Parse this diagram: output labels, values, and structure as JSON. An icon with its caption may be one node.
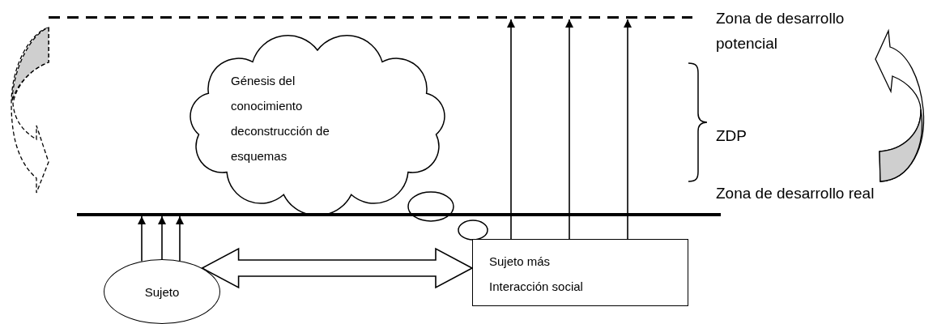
{
  "diagram": {
    "nodes": [
      {
        "text": [],
        "shape": "line",
        "beside": [
          "Zona de desarrollo potencial"
        ]
      },
      {
        "text": [
          "Génesis del conocimiento deconstrucción de esquemas"
        ]
      },
      {
        "text": [],
        "shape": "line",
        "beside": [
          "Zona de desarrollo real"
        ]
      },
      {
        "text": [
          "Sujeto"
        ]
      },
      {
        "text": [
          "Sujeto más Interacción social"
        ]
      }
    ],
    "edges": [
      {
        "from": 3,
        "to": 2,
        "arrow": "to"
      },
      {
        "from": 3,
        "to": 2,
        "arrow": "to"
      },
      {
        "from": 3,
        "to": 2,
        "arrow": "to"
      },
      {
        "from": 3,
        "to": 4,
        "arrow": "both"
      },
      {
        "from": 4,
        "to": 0,
        "arrow": "to"
      },
      {
        "from": 4,
        "to": 0,
        "arrow": "to"
      },
      {
        "from": 4,
        "to": 0,
        "arrow": "to"
      }
    ],
    "labels": [
      "ZDP"
    ]
  }
}
